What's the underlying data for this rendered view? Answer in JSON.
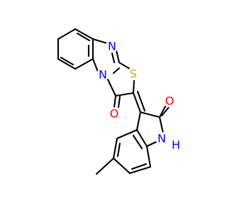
{
  "molecule": {
    "atoms": {
      "N_imine": {
        "label": "N",
        "color": "#0000ff"
      },
      "N_bridge": {
        "label": "N",
        "color": "#0000ff"
      },
      "S_ring": {
        "label": "S",
        "color": "#c9b000"
      },
      "O_thiazolone": {
        "label": "O",
        "color": "#ff0000"
      },
      "O_lactam": {
        "label": "O",
        "color": "#ff0000"
      },
      "N_indole": {
        "label": "N",
        "color": "#0000ff"
      },
      "H_indole": {
        "label": "H",
        "color": "#0000ff"
      }
    },
    "bond_color": "#000000",
    "background": "#ffffff"
  }
}
